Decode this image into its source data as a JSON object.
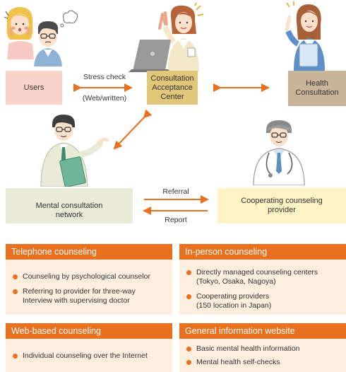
{
  "nodes": {
    "users": "Users",
    "center_line1": "Consultation",
    "center_line2": "Acceptance",
    "center_line3": "Center",
    "health_line1": "Health",
    "health_line2": "Consultation",
    "network_line1": "Mental consultation",
    "network_line2": "network",
    "provider_line1": "Cooperating counseling",
    "provider_line2": "provider"
  },
  "edge_labels": {
    "stress_check": "Stress check",
    "web_written": "(Web/written)",
    "referral": "Referral",
    "report": "Report"
  },
  "panels": {
    "telephone": {
      "title": "Telephone counseling",
      "item1": "Counseling by psychological counselor",
      "item2_line1": "Referring to provider for three-way",
      "item2_line2": "Interview with supervising doctor"
    },
    "in_person": {
      "title": "In-person counseling",
      "item1_line1": "Directly managed counseling centers",
      "item1_line2": "(Tokyo, Osaka, Nagoya)",
      "item2_line1": "Cooperating providers",
      "item2_line2": "(150 location in Japan)"
    },
    "web": {
      "title": "Web-based counseling",
      "item1": "Individual counseling over the Internet"
    },
    "info": {
      "title": "General information website",
      "item1": "Basic mental health information",
      "item2": "Mental health self-checks"
    }
  },
  "colors": {
    "orange": "#e9701e",
    "users_box": "#f9d3c9",
    "center_box": "#e1c77a",
    "health_box": "#cbb59a",
    "network_box": "#e9ead8",
    "provider_box": "#fdf3c4",
    "panel_body": "#fdeedd"
  }
}
